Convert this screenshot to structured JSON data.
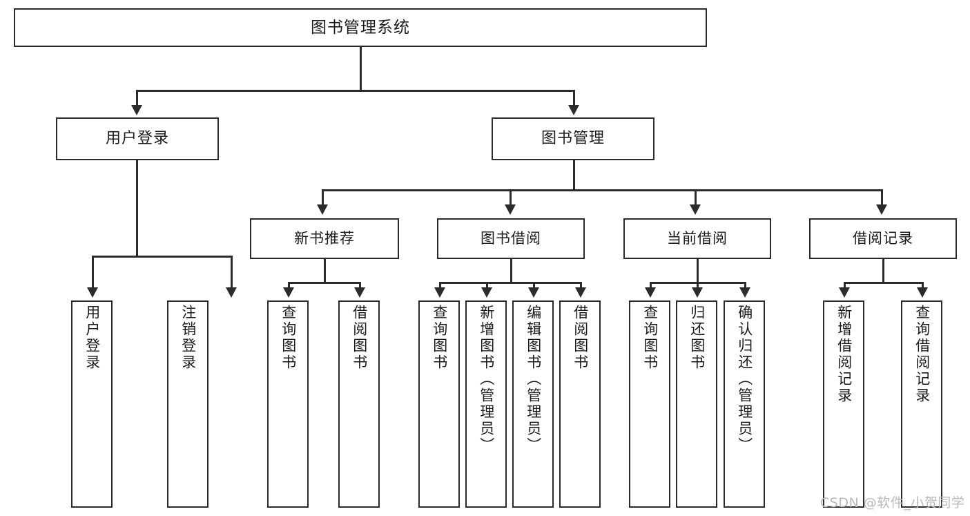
{
  "diagram": {
    "type": "tree",
    "title": "图书管理系统",
    "root": {
      "id": "root",
      "label": "图书管理系统"
    },
    "level2": [
      {
        "id": "user-login",
        "label": "用户登录"
      },
      {
        "id": "book-manage",
        "label": "图书管理"
      }
    ],
    "level3": [
      {
        "id": "new-book-rec",
        "label": "新书推荐"
      },
      {
        "id": "book-borrow",
        "label": "图书借阅"
      },
      {
        "id": "current-borrow",
        "label": "当前借阅"
      },
      {
        "id": "borrow-record",
        "label": "借阅记录"
      }
    ],
    "leaves": {
      "user_login": [
        {
          "id": "leaf-user-login",
          "label": "用户登录"
        },
        {
          "id": "leaf-logout",
          "label": "注销登录"
        }
      ],
      "new_book_rec": [
        {
          "id": "leaf-query-book-1",
          "label": "查询图书"
        },
        {
          "id": "leaf-borrow-book-1",
          "label": "借阅图书"
        }
      ],
      "book_borrow": [
        {
          "id": "leaf-query-book-2",
          "label": "查询图书"
        },
        {
          "id": "leaf-add-book",
          "label": "新增图书（管理员）"
        },
        {
          "id": "leaf-edit-book",
          "label": "编辑图书（管理员）"
        },
        {
          "id": "leaf-borrow-book-2",
          "label": "借阅图书"
        }
      ],
      "current_borrow": [
        {
          "id": "leaf-query-book-3",
          "label": "查询图书"
        },
        {
          "id": "leaf-return-book",
          "label": "归还图书"
        },
        {
          "id": "leaf-confirm-return",
          "label": "确认归还（管理员）"
        }
      ],
      "borrow_record": [
        {
          "id": "leaf-add-record",
          "label": "新增借阅记录"
        },
        {
          "id": "leaf-query-record",
          "label": "查询借阅记录"
        }
      ]
    },
    "colors": {
      "stroke": "#2b2b2b",
      "fill": "#ffffff",
      "text": "#1b1b1b",
      "watermark": "#b9b9b9"
    }
  },
  "watermark": {
    "text": "CSDN @软件_小贺同学"
  }
}
